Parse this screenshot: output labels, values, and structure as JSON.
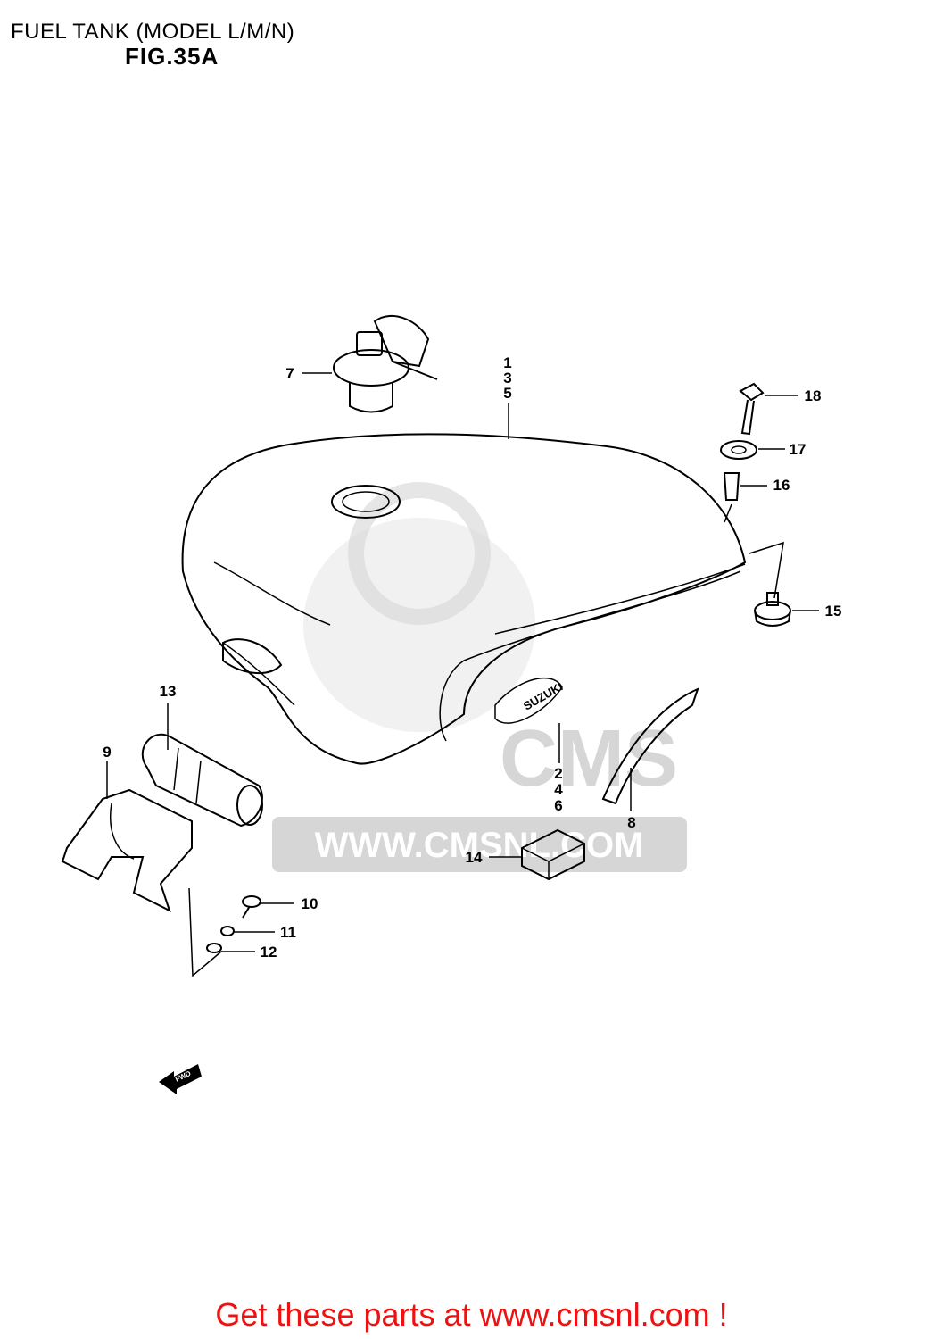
{
  "header": {
    "title": "FUEL TANK (MODEL L/M/N)",
    "figure": "FIG.35A"
  },
  "watermark": {
    "text": "WWW.CMSNL.COM",
    "logo": "CMS"
  },
  "tank_badge": "SUZUKI",
  "fwd_arrow": "FWD",
  "callouts": [
    {
      "id": "part-1-3-5",
      "lines": [
        "1",
        "3",
        "5"
      ]
    },
    {
      "id": "part-2-4-6",
      "lines": [
        "2",
        "4",
        "6"
      ]
    },
    {
      "id": "part-7",
      "lines": [
        "7"
      ]
    },
    {
      "id": "part-8",
      "lines": [
        "8"
      ]
    },
    {
      "id": "part-9",
      "lines": [
        "9"
      ]
    },
    {
      "id": "part-10",
      "lines": [
        "10"
      ]
    },
    {
      "id": "part-11",
      "lines": [
        "11"
      ]
    },
    {
      "id": "part-12",
      "lines": [
        "12"
      ]
    },
    {
      "id": "part-13",
      "lines": [
        "13"
      ]
    },
    {
      "id": "part-14",
      "lines": [
        "14"
      ]
    },
    {
      "id": "part-15",
      "lines": [
        "15"
      ]
    },
    {
      "id": "part-16",
      "lines": [
        "16"
      ]
    },
    {
      "id": "part-17",
      "lines": [
        "17"
      ]
    },
    {
      "id": "part-18",
      "lines": [
        "18"
      ]
    }
  ],
  "footer": {
    "link_text": "Get these parts at www.cmsnl.com !"
  },
  "colors": {
    "footer": "#ee1111",
    "watermark": "#d6d6d6"
  }
}
